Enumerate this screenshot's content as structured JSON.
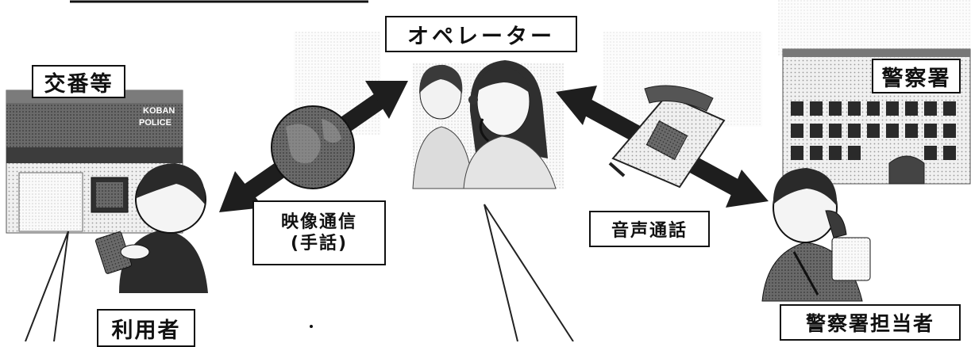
{
  "labels": {
    "operator": "オペレーター",
    "koban": "交番等",
    "police_station": "警察署",
    "video_call_line1": "映像通信",
    "video_call_line2": "(手話)",
    "voice_call": "音声通話",
    "user": "利用者",
    "officer": "警察署担当者"
  },
  "signs": {
    "koban_sign_line1": "KOBAN",
    "koban_sign_line2": "POLICE"
  },
  "colors": {
    "arrow": "#1e1e1e",
    "line": "#222222",
    "label_border": "#111111",
    "building_gray": "#8a8a8a",
    "dot_background": "#e6e6e6"
  }
}
